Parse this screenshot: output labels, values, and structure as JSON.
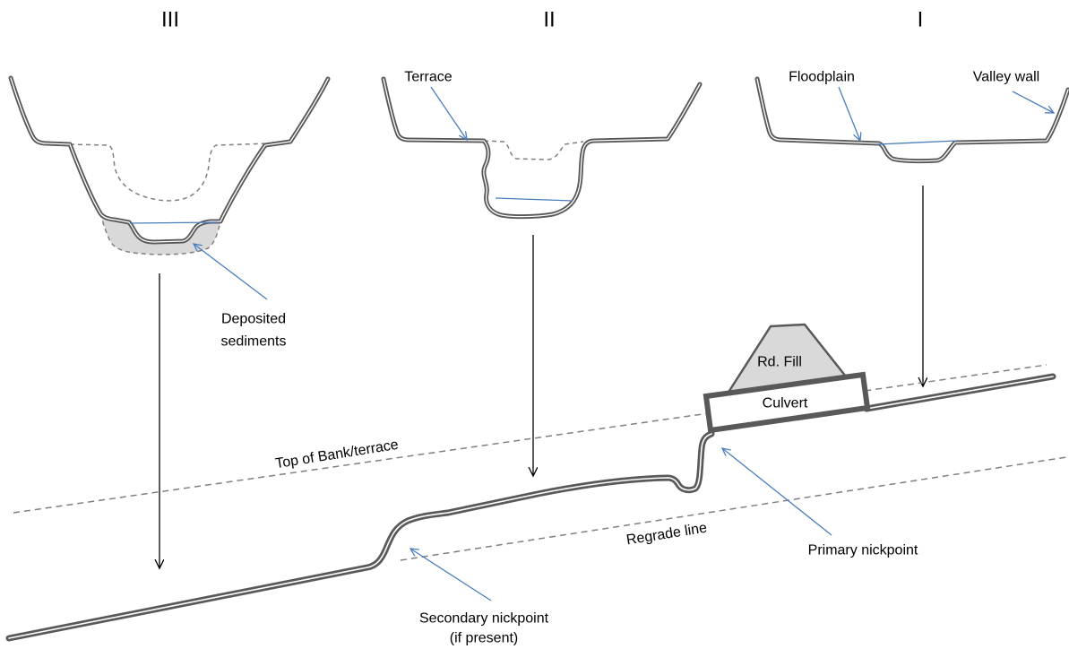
{
  "section_numerals": {
    "left": "III",
    "middle": "II",
    "right": "I"
  },
  "cross_section_labels": {
    "terrace": "Terrace",
    "floodplain": "Floodplain",
    "valley_wall": "Valley wall",
    "deposited_sediments": {
      "line1": "Deposited",
      "line2": "sediments"
    }
  },
  "profile_labels": {
    "road_fill": "Rd. Fill",
    "culvert": "Culvert",
    "top_of_bank": "Top of Bank/terrace",
    "regrade_line": "Regrade line",
    "primary_nickpoint": "Primary nickpoint",
    "secondary_nickpoint": {
      "line1": "Secondary nickpoint",
      "line2": "(if present)"
    }
  },
  "colors": {
    "channel_line": "#595959",
    "callout_arrow": "#4a7ebb",
    "water_line": "#4a7ebb",
    "fill": "#d9d9d9",
    "dashed_line": "#808080",
    "text": "#000000"
  }
}
